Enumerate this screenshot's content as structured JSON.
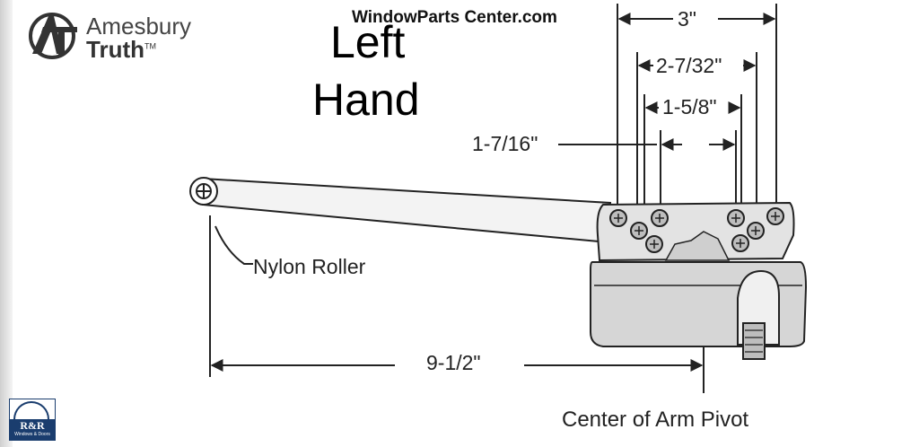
{
  "diagram": {
    "site": "WindowParts Center.com",
    "title_line1": "Left",
    "title_line2": "Hand",
    "dimensions": {
      "overall_width": "3\"",
      "mid_width": "2-7/32\"",
      "inner_width": "1-5/8\"",
      "left_offset": "1-7/16\"",
      "arm_length": "9-1/2\""
    },
    "labels": {
      "roller": "Nylon Roller",
      "pivot": "Center of Arm Pivot"
    },
    "colors": {
      "line": "#222222",
      "body_fill": "#e3e3e3",
      "base_fill": "#d6d6d6",
      "dealer_blue": "#1a3d6e"
    }
  },
  "brand": {
    "line1": "Amesbury",
    "line2": "Truth",
    "mark": "TM"
  },
  "dealer_logo": {
    "text": "R&R",
    "subtext": "Windows & Doors"
  }
}
